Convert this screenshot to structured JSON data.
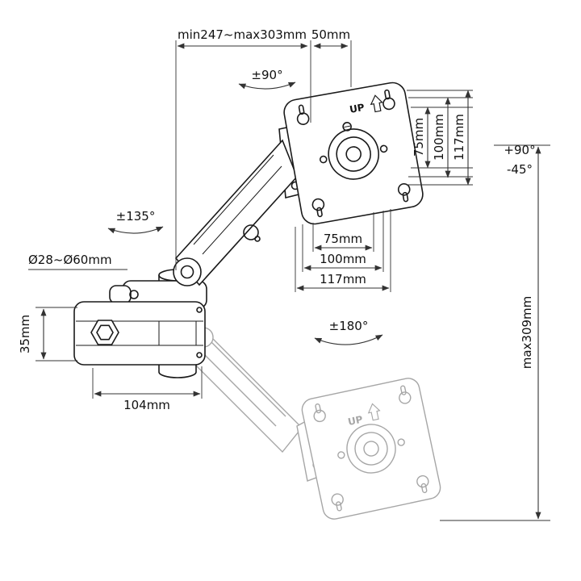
{
  "labels": {
    "reach": "min247~max303mm",
    "offset_50": "50mm",
    "swivel_top": "±90°",
    "up": "UP",
    "v75": "75mm",
    "v100": "100mm",
    "v117": "117mm",
    "tilt_up": "+90°",
    "tilt_down": "-45°",
    "elbow_rotation": "±135°",
    "pole_diameter": "Ø28~Ø60mm",
    "clamp_height": "35mm",
    "clamp_width": "104mm",
    "h75": "75mm",
    "h100": "100mm",
    "h117": "117mm",
    "base_rotation": "±180°",
    "max_height": "max309mm"
  },
  "colors": {
    "line": "#1a1a1a",
    "dimension": "#333333",
    "ghost": "#a6a6a6",
    "background": "#ffffff"
  }
}
